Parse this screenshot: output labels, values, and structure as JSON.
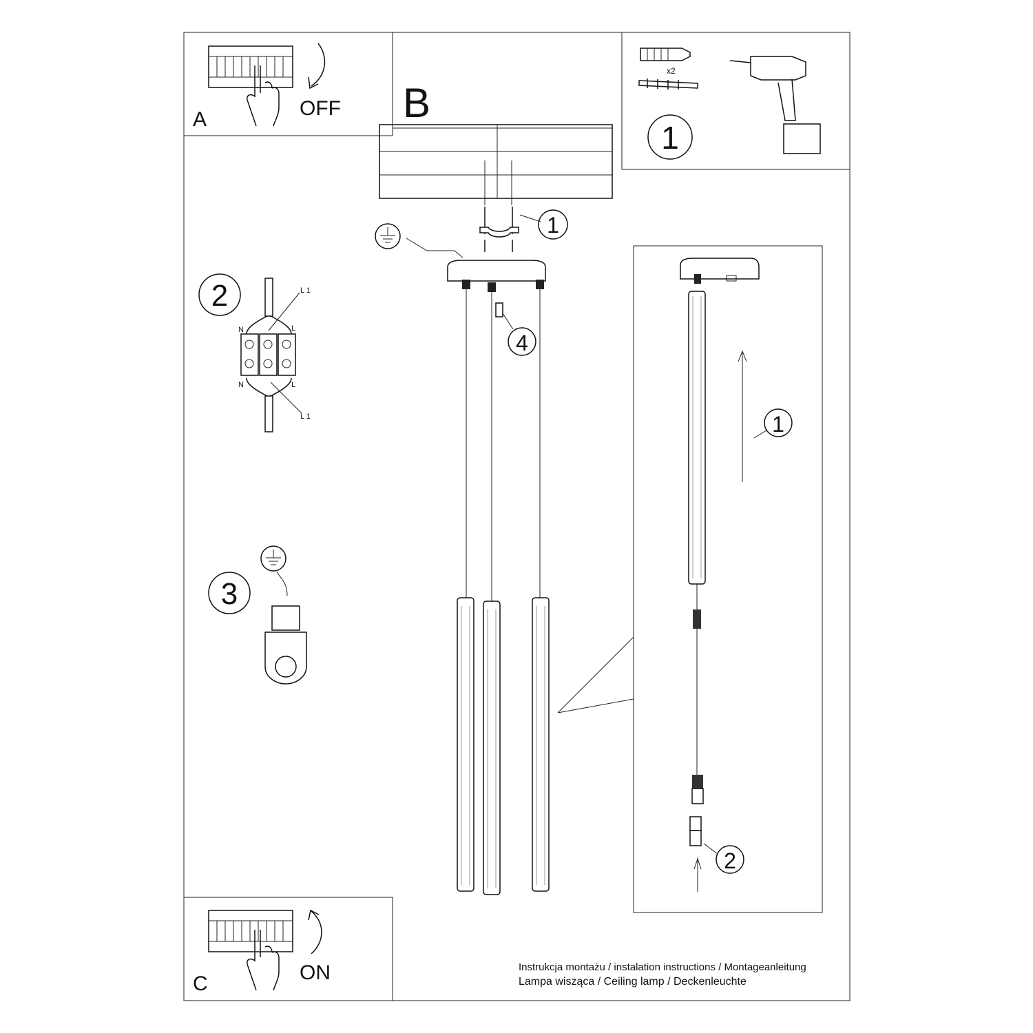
{
  "panels": {
    "a": {
      "letter": "A",
      "action": "OFF"
    },
    "b": {
      "letter": "B"
    },
    "c": {
      "letter": "C",
      "action": "ON"
    }
  },
  "steps": {
    "tools": {
      "number": "1",
      "quantity": "x2"
    },
    "bracket": {
      "number": "1"
    },
    "wiring": {
      "number": "2",
      "labels": {
        "neutral": "N",
        "live": "L",
        "line1": "L 1"
      }
    },
    "ground": {
      "number": "3"
    },
    "screw": {
      "number": "4"
    },
    "inset_lift": {
      "number": "1"
    },
    "inset_connect": {
      "number": "2"
    }
  },
  "footer": {
    "line1": "Instrukcja montażu / instalation instructions / Montageanleitung",
    "line2": "Lampa wisząca / Ceiling lamp / Deckenleuchte"
  }
}
